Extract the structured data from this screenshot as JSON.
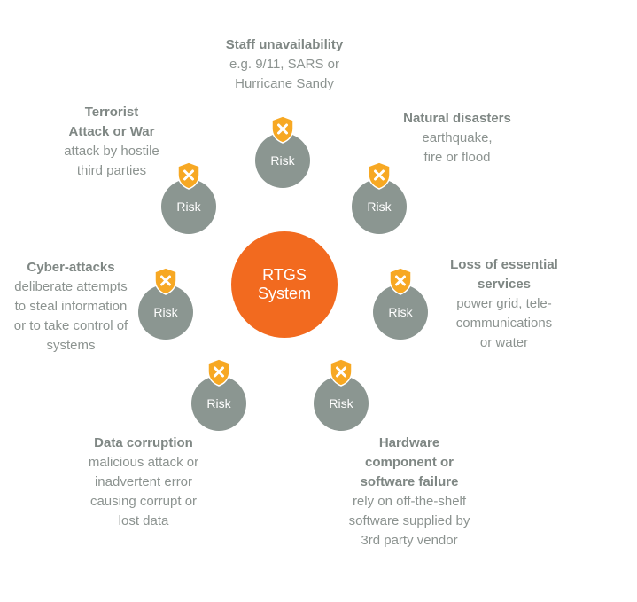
{
  "center": {
    "line1": "RTGS",
    "line2": "System"
  },
  "risk_label": "Risk",
  "colors": {
    "center": "#f26a1f",
    "node": "#8b9691",
    "shield": "#f7a823",
    "heading_text": "#7f8784",
    "body_text": "#8c9390"
  },
  "icons": {
    "shield": "shield-x-icon"
  },
  "risks": [
    {
      "id": "staff",
      "heading": [
        "Staff unavailability"
      ],
      "description": [
        "e.g. 9/11, SARS or",
        "Hurricane Sandy"
      ]
    },
    {
      "id": "natural",
      "heading": [
        "Natural disasters"
      ],
      "description": [
        "earthquake,",
        "fire or flood"
      ]
    },
    {
      "id": "essential",
      "heading": [
        "Loss of essential",
        "services"
      ],
      "description": [
        "power grid, tele-",
        "communications",
        "or water"
      ]
    },
    {
      "id": "hardware",
      "heading": [
        "Hardware",
        "component or",
        "software failure"
      ],
      "description": [
        "rely on off-the-shelf",
        "software supplied by",
        "3rd party vendor"
      ]
    },
    {
      "id": "data",
      "heading": [
        "Data corruption"
      ],
      "description": [
        "malicious attack or",
        "inadvertent error",
        "causing corrupt or",
        "lost data"
      ]
    },
    {
      "id": "cyber",
      "heading": [
        "Cyber-attacks"
      ],
      "description": [
        "deliberate attempts",
        "to steal information",
        "or to take control of",
        "systems"
      ]
    },
    {
      "id": "terrorist",
      "heading": [
        "Terrorist",
        "Attack or War"
      ],
      "description": [
        "attack by hostile",
        "third parties"
      ]
    }
  ]
}
